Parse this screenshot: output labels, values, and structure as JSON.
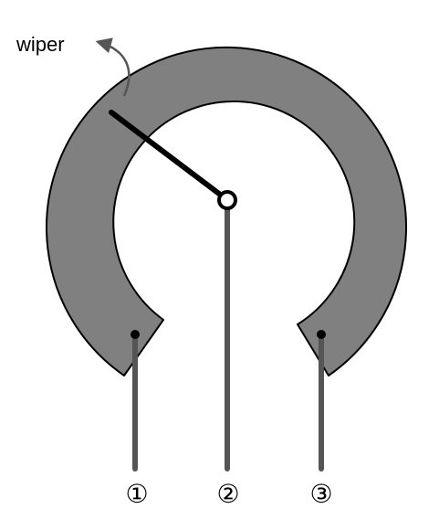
{
  "labels": {
    "wiper": "wiper",
    "terminal_1": "①",
    "terminal_2": "②",
    "terminal_3": "③"
  },
  "colors": {
    "track_fill": "#808080",
    "outline": "#000000",
    "lead": "#555555",
    "wiper_arm": "#000000",
    "annotation_arrow": "#555555",
    "background": "#ffffff"
  }
}
